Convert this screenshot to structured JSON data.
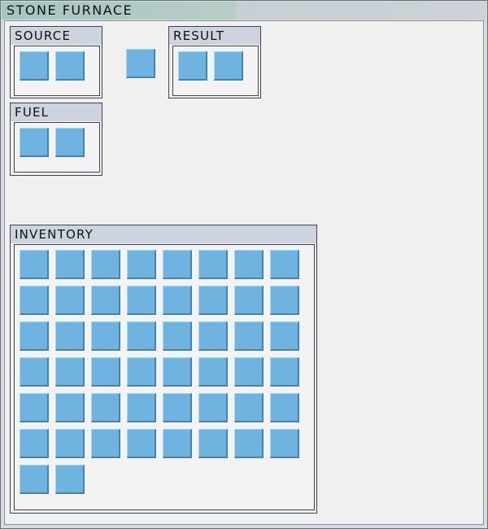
{
  "window": {
    "title": "STONE FURNACE"
  },
  "source": {
    "label": "SOURCE",
    "slot_count": 2
  },
  "fuel": {
    "label": "FUEL",
    "slot_count": 2
  },
  "result": {
    "label": "RESULT",
    "slot_count": 2
  },
  "output_arrow_slot": {
    "slot_count": 1
  },
  "inventory": {
    "label": "INVENTORY",
    "slot_count": 50,
    "columns": 8
  },
  "colors": {
    "slot_fill": "#6fb4e0",
    "header_fill": "#ccd5df",
    "title_gradient_start": "#a6c6c0"
  }
}
